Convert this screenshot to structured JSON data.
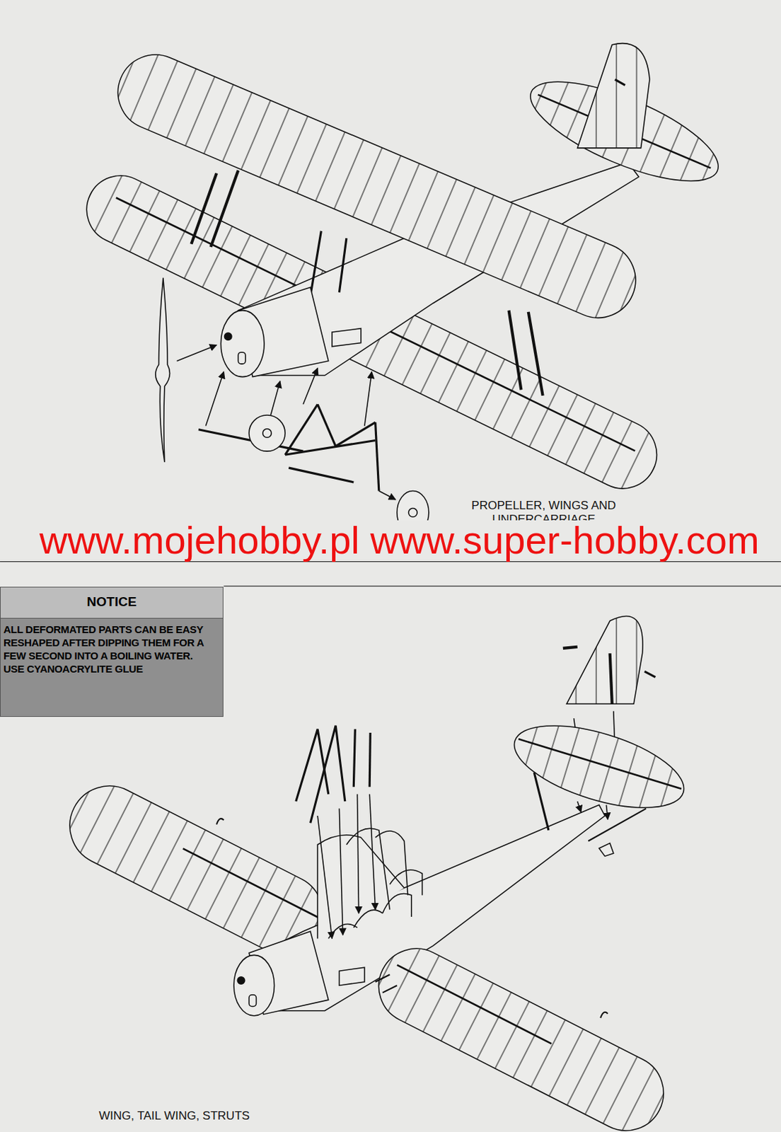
{
  "diagram": {
    "nodes": [
      {
        "text": [
          "NOTICE",
          "ALL DEFORMATED PARTS CAN BE EASY RESHAPED AFTER DIPPING THEM FOR A FEW SECOND INTO A BOILING WATER.",
          "USE CYANOACRYLITE GLUE"
        ]
      }
    ],
    "labels": [
      "PROPELLER, WINGS AND UNDERCARRIAGE",
      "www.mojehobby.pl www.super-hobby.com",
      "WING, TAIL WING, STRUTS"
    ]
  }
}
